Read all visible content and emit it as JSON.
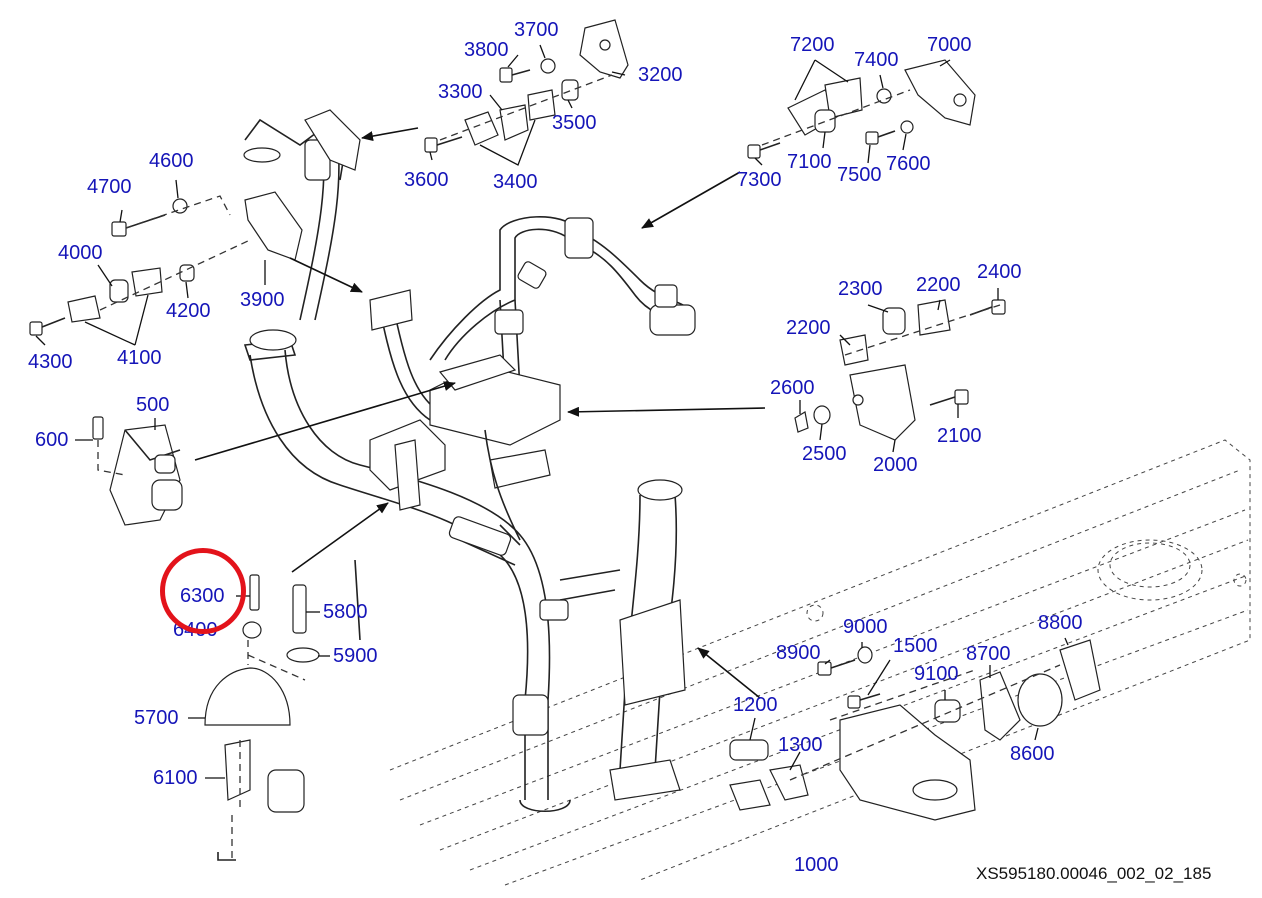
{
  "drawing_id": "XS595180.00046_002_02_185",
  "highlight": {
    "label": "6300",
    "color": "#e3131b"
  },
  "callout_color": "#1515b8",
  "callouts": {
    "c3800": "3800",
    "c3700": "3700",
    "c3200": "3200",
    "c3300": "3300",
    "c3500": "3500",
    "c3600": "3600",
    "c3400": "3400",
    "c7200": "7200",
    "c7400": "7400",
    "c7000": "7000",
    "c7300": "7300",
    "c7100": "7100",
    "c7500": "7500",
    "c7600": "7600",
    "c4600": "4600",
    "c4700": "4700",
    "c4000": "4000",
    "c4200": "4200",
    "c3900": "3900",
    "c4300": "4300",
    "c4100": "4100",
    "c2300": "2300",
    "c2200a": "2200",
    "c2400": "2400",
    "c2200b": "2200",
    "c2600": "2600",
    "c2500": "2500",
    "c2000": "2000",
    "c2100": "2100",
    "c500": "500",
    "c600": "600",
    "c6300": "6300",
    "c6400": "6400",
    "c5800": "5800",
    "c5900": "5900",
    "c5700": "5700",
    "c6100": "6100",
    "c9000": "9000",
    "c8900": "8900",
    "c1500": "1500",
    "c8800": "8800",
    "c8700": "8700",
    "c9100": "9100",
    "c8600": "8600",
    "c1200": "1200",
    "c1300": "1300",
    "c1000": "1000"
  }
}
